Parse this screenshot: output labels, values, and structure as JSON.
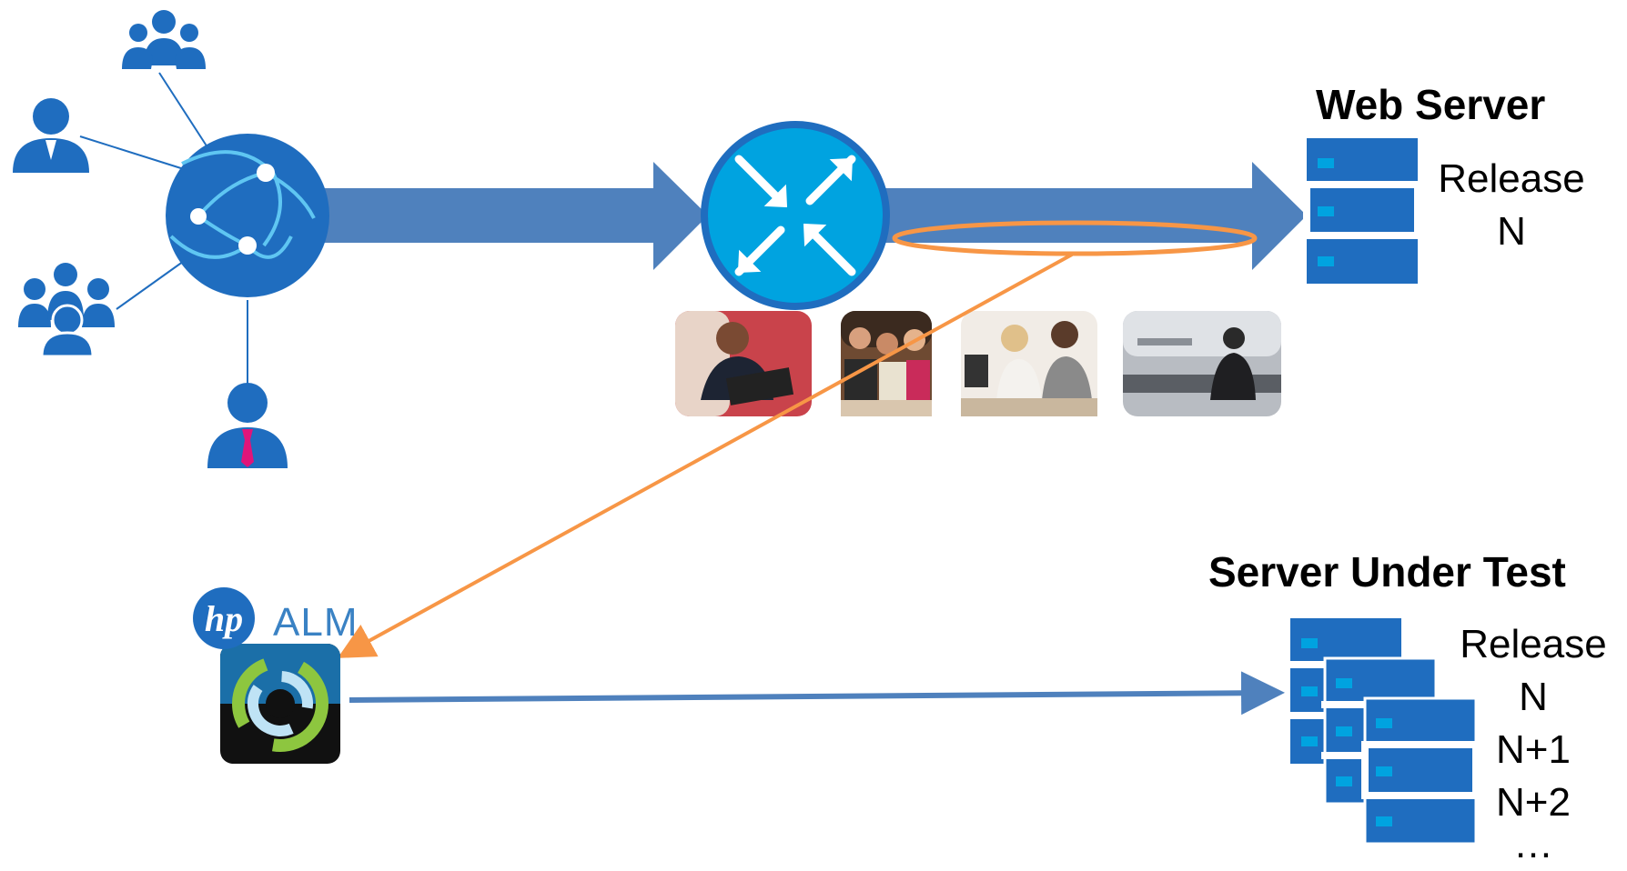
{
  "web_server": {
    "title": "Web Server",
    "release_label": "Release",
    "versions": [
      "N"
    ]
  },
  "server_under_test": {
    "title": "Server Under Test",
    "release_label": "Release",
    "versions": [
      "N",
      "N+1",
      "N+2",
      "…"
    ]
  },
  "alm": {
    "brand": "hp",
    "product": "ALM"
  },
  "icons": {
    "users": [
      "group-icon",
      "user-icon",
      "team-icon",
      "user-tie-icon"
    ],
    "network": "network-globe-icon",
    "router": "router-icon",
    "server": "server-icon",
    "alm_app": "alm-app-icon"
  },
  "photos": [
    "person-with-laptop-photo",
    "friends-at-cafe-photo",
    "office-women-photo",
    "airport-traveler-photo"
  ],
  "colors": {
    "primary_blue": "#1f6dbf",
    "arrow_blue": "#4f81bd",
    "router_blue": "#00a3e0",
    "capture_orange": "#f79646",
    "alm_green": "#8dc63f"
  }
}
